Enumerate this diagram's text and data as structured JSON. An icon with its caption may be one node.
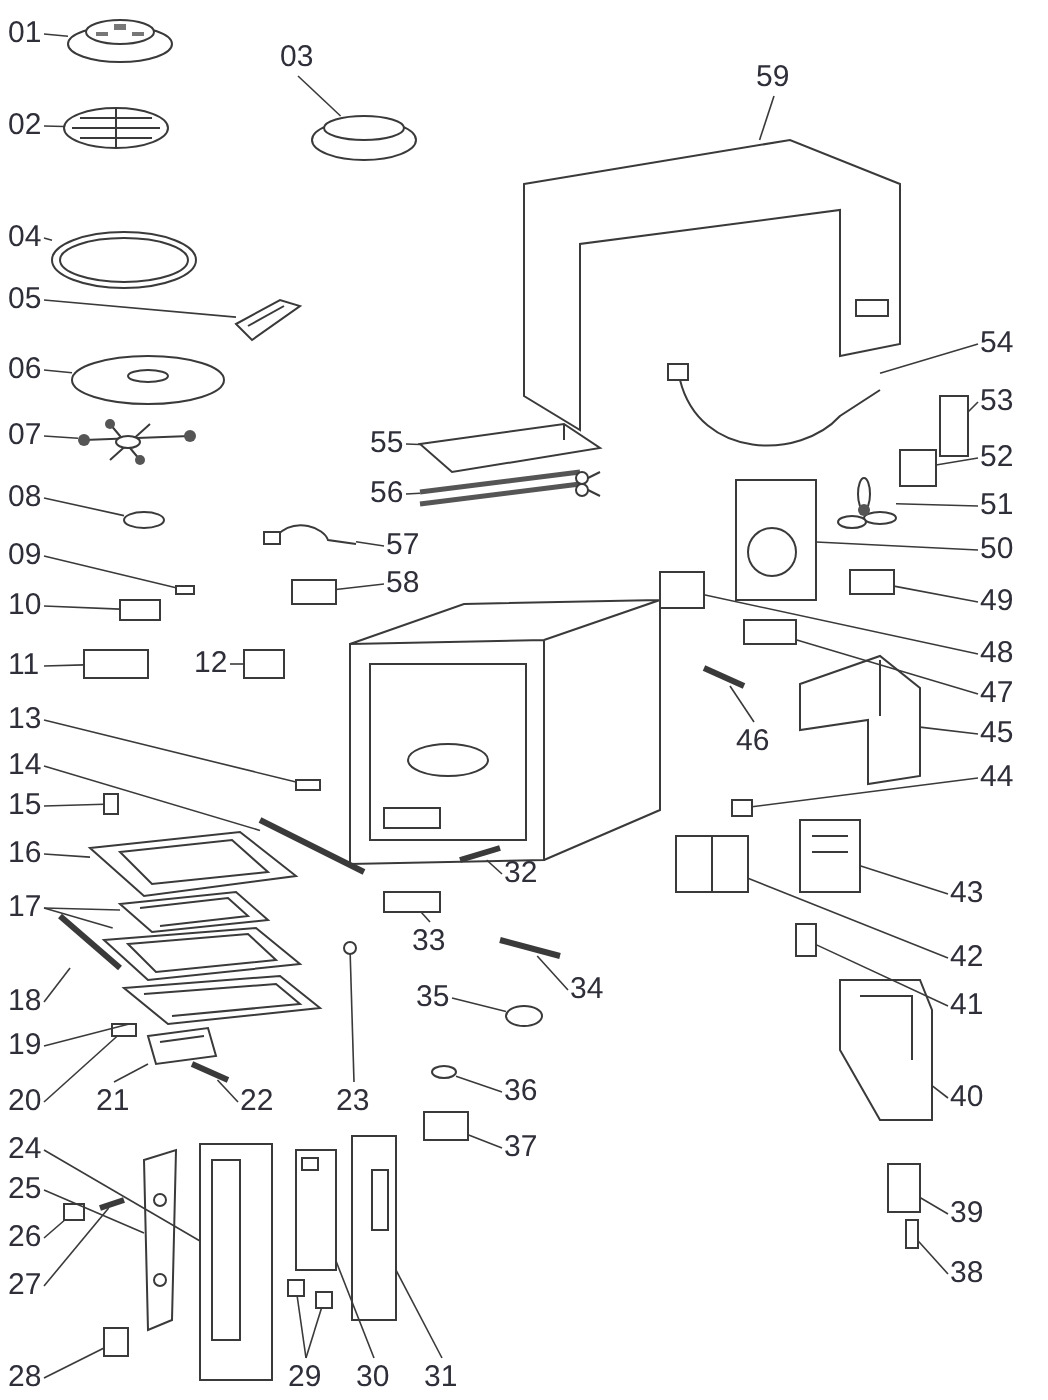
{
  "diagram": {
    "nodes": [
      {
        "text": [
          "01"
        ]
      },
      {
        "text": [
          "02"
        ]
      },
      {
        "text": [
          "03"
        ]
      },
      {
        "text": [
          "04"
        ]
      },
      {
        "text": [
          "05"
        ]
      },
      {
        "text": [
          "06"
        ]
      },
      {
        "text": [
          "07"
        ]
      },
      {
        "text": [
          "08"
        ]
      },
      {
        "text": [
          "09"
        ]
      },
      {
        "text": [
          "10"
        ]
      },
      {
        "text": [
          "11"
        ]
      },
      {
        "text": [
          "12"
        ]
      },
      {
        "text": [
          "13"
        ]
      },
      {
        "text": [
          "14"
        ]
      },
      {
        "text": [
          "15"
        ]
      },
      {
        "text": [
          "16"
        ]
      },
      {
        "text": [
          "17"
        ]
      },
      {
        "text": [
          "18"
        ]
      },
      {
        "text": [
          "19"
        ]
      },
      {
        "text": [
          "20"
        ]
      },
      {
        "text": [
          "21"
        ]
      },
      {
        "text": [
          "22"
        ]
      },
      {
        "text": [
          "23"
        ]
      },
      {
        "text": [
          "24"
        ]
      },
      {
        "text": [
          "25"
        ]
      },
      {
        "text": [
          "26"
        ]
      },
      {
        "text": [
          "27"
        ]
      },
      {
        "text": [
          "28"
        ]
      },
      {
        "text": [
          "29"
        ]
      },
      {
        "text": [
          "30"
        ]
      },
      {
        "text": [
          "31"
        ]
      },
      {
        "text": [
          "32"
        ]
      },
      {
        "text": [
          "33"
        ]
      },
      {
        "text": [
          "34"
        ]
      },
      {
        "text": [
          "35"
        ]
      },
      {
        "text": [
          "36"
        ]
      },
      {
        "text": [
          "37"
        ]
      },
      {
        "text": [
          "38"
        ]
      },
      {
        "text": [
          "39"
        ]
      },
      {
        "text": [
          "40"
        ]
      },
      {
        "text": [
          "41"
        ]
      },
      {
        "text": [
          "42"
        ]
      },
      {
        "text": [
          "43"
        ]
      },
      {
        "text": [
          "44"
        ]
      },
      {
        "text": [
          "45"
        ]
      },
      {
        "text": [
          "46"
        ]
      },
      {
        "text": [
          "47"
        ]
      },
      {
        "text": [
          "48"
        ]
      },
      {
        "text": [
          "49"
        ]
      },
      {
        "text": [
          "50"
        ]
      },
      {
        "text": [
          "51"
        ]
      },
      {
        "text": [
          "52"
        ]
      },
      {
        "text": [
          "53"
        ]
      },
      {
        "text": [
          "54"
        ]
      },
      {
        "text": [
          "55"
        ]
      },
      {
        "text": [
          "56"
        ]
      },
      {
        "text": [
          "57"
        ]
      },
      {
        "text": [
          "58"
        ]
      },
      {
        "text": [
          "59"
        ]
      },
      {
        "text": [],
        "shape": "picture"
      },
      {
        "text": [],
        "shape": "picture"
      },
      {
        "text": [],
        "shape": "picture"
      },
      {
        "text": [],
        "shape": "picture"
      },
      {
        "text": [],
        "shape": "picture"
      },
      {
        "text": [],
        "shape": "picture"
      },
      {
        "text": [],
        "shape": "picture"
      },
      {
        "text": [],
        "shape": "circle"
      },
      {
        "text": [],
        "shape": "box"
      },
      {
        "text": [],
        "shape": "box"
      },
      {
        "text": [],
        "shape": "box"
      },
      {
        "text": [],
        "shape": "box"
      },
      {
        "text": [],
        "shape": "box"
      },
      {
        "text": [],
        "shape": "bar"
      },
      {
        "text": [],
        "shape": "box"
      },
      {
        "text": [],
        "shape": "picture"
      },
      {
        "text": [],
        "shape": "picture"
      },
      {
        "text": [],
        "shape": "picture"
      },
      {
        "text": [],
        "shape": "bar"
      },
      {
        "text": [],
        "shape": "picture"
      },
      {
        "text": [],
        "shape": "box"
      },
      {
        "text": [],
        "shape": "picture"
      },
      {
        "text": [],
        "shape": "bar"
      },
      {
        "text": [],
        "shape": "circle"
      },
      {
        "text": [],
        "shape": "picture"
      },
      {
        "text": [],
        "shape": "picture"
      },
      {
        "text": [],
        "shape": "box"
      },
      {
        "text": [],
        "shape": "bar"
      },
      {
        "text": [],
        "shape": "box"
      },
      {
        "text": [],
        "shape": "box"
      },
      {
        "text": [],
        "shape": "box"
      },
      {
        "text": [],
        "shape": "picture"
      },
      {
        "text": [],
        "shape": "picture"
      },
      {
        "text": [],
        "shape": "bar"
      },
      {
        "text": [],
        "shape": "box"
      },
      {
        "text": [],
        "shape": "bar"
      },
      {
        "text": [],
        "shape": "circle"
      },
      {
        "text": [],
        "shape": "circle"
      },
      {
        "text": [],
        "shape": "box"
      },
      {
        "text": [],
        "shape": "box"
      },
      {
        "text": [],
        "shape": "box"
      },
      {
        "text": [],
        "shape": "picture"
      },
      {
        "text": [],
        "shape": "box"
      },
      {
        "text": [],
        "shape": "picture"
      },
      {
        "text": [],
        "shape": "picture"
      },
      {
        "text": [],
        "shape": "box"
      },
      {
        "text": [],
        "shape": "picture"
      },
      {
        "text": [],
        "shape": "bar"
      },
      {
        "text": [],
        "shape": "box"
      },
      {
        "text": [],
        "shape": "box"
      },
      {
        "text": [],
        "shape": "box"
      },
      {
        "text": [],
        "shape": "picture"
      },
      {
        "text": [],
        "shape": "picture"
      },
      {
        "text": [],
        "shape": "box"
      },
      {
        "text": [],
        "shape": "box"
      },
      {
        "text": [],
        "shape": "picture"
      },
      {
        "text": [],
        "shape": "picture"
      },
      {
        "text": [],
        "shape": "picture"
      },
      {
        "text": [],
        "shape": "picture"
      },
      {
        "text": [],
        "shape": "box"
      },
      {
        "text": [],
        "shape": "picture"
      }
    ],
    "edges": [
      {
        "from": 0,
        "to": 59,
        "arrow": "none"
      },
      {
        "from": 1,
        "to": 60,
        "arrow": "none"
      },
      {
        "from": 2,
        "to": 61,
        "arrow": "none"
      },
      {
        "from": 3,
        "to": 62,
        "arrow": "none"
      },
      {
        "from": 4,
        "to": 63,
        "arrow": "none"
      },
      {
        "from": 5,
        "to": 64,
        "arrow": "none"
      },
      {
        "from": 6,
        "to": 65,
        "arrow": "none"
      },
      {
        "from": 7,
        "to": 66,
        "arrow": "none"
      },
      {
        "from": 8,
        "to": 67,
        "arrow": "none"
      },
      {
        "from": 9,
        "to": 68,
        "arrow": "none"
      },
      {
        "from": 10,
        "to": 69,
        "arrow": "none"
      },
      {
        "from": 11,
        "to": 70,
        "arrow": "none"
      },
      {
        "from": 12,
        "to": 71,
        "arrow": "none"
      },
      {
        "from": 13,
        "to": 72,
        "arrow": "none"
      },
      {
        "from": 14,
        "to": 73,
        "arrow": "none"
      },
      {
        "from": 15,
        "to": 74,
        "arrow": "none"
      },
      {
        "from": 16,
        "to": 75,
        "arrow": "none"
      },
      {
        "from": 16,
        "to": 76,
        "arrow": "none"
      },
      {
        "from": 17,
        "to": 77,
        "arrow": "none"
      },
      {
        "from": 18,
        "to": 78,
        "arrow": "none"
      },
      {
        "from": 19,
        "to": 79,
        "arrow": "none"
      },
      {
        "from": 20,
        "to": 80,
        "arrow": "none"
      },
      {
        "from": 21,
        "to": 81,
        "arrow": "none"
      },
      {
        "from": 22,
        "to": 82,
        "arrow": "none"
      },
      {
        "from": 23,
        "to": 83,
        "arrow": "none"
      },
      {
        "from": 24,
        "to": 84,
        "arrow": "none"
      },
      {
        "from": 25,
        "to": 85,
        "arrow": "none"
      },
      {
        "from": 26,
        "to": 86,
        "arrow": "none"
      },
      {
        "from": 27,
        "to": 87,
        "arrow": "none"
      },
      {
        "from": 28,
        "to": 88,
        "arrow": "none"
      },
      {
        "from": 28,
        "to": 89,
        "arrow": "none"
      },
      {
        "from": 29,
        "to": 90,
        "arrow": "none"
      },
      {
        "from": 30,
        "to": 91,
        "arrow": "none"
      },
      {
        "from": 31,
        "to": 92,
        "arrow": "none"
      },
      {
        "from": 32,
        "to": 93,
        "arrow": "none"
      },
      {
        "from": 33,
        "to": 94,
        "arrow": "none"
      },
      {
        "from": 34,
        "to": 95,
        "arrow": "none"
      },
      {
        "from": 35,
        "to": 96,
        "arrow": "none"
      },
      {
        "from": 36,
        "to": 97,
        "arrow": "none"
      },
      {
        "from": 37,
        "to": 98,
        "arrow": "none"
      },
      {
        "from": 38,
        "to": 99,
        "arrow": "none"
      },
      {
        "from": 39,
        "to": 100,
        "arrow": "none"
      },
      {
        "from": 40,
        "to": 101,
        "arrow": "none"
      },
      {
        "from": 41,
        "to": 102,
        "arrow": "none"
      },
      {
        "from": 42,
        "to": 103,
        "arrow": "none"
      },
      {
        "from": 43,
        "to": 104,
        "arrow": "none"
      },
      {
        "from": 44,
        "to": 105,
        "arrow": "none"
      },
      {
        "from": 45,
        "to": 106,
        "arrow": "none"
      },
      {
        "from": 46,
        "to": 107,
        "arrow": "none"
      },
      {
        "from": 47,
        "to": 108,
        "arrow": "none"
      },
      {
        "from": 48,
        "to": 109,
        "arrow": "none"
      },
      {
        "from": 49,
        "to": 110,
        "arrow": "none"
      },
      {
        "from": 50,
        "to": 111,
        "arrow": "none"
      },
      {
        "from": 51,
        "to": 112,
        "arrow": "none"
      },
      {
        "from": 52,
        "to": 113,
        "arrow": "none"
      },
      {
        "from": 53,
        "to": 114,
        "arrow": "none"
      },
      {
        "from": 54,
        "to": 115,
        "arrow": "none"
      },
      {
        "from": 55,
        "to": 116,
        "arrow": "none"
      },
      {
        "from": 56,
        "to": 117,
        "arrow": "none"
      },
      {
        "from": 57,
        "to": 118,
        "arrow": "none"
      },
      {
        "from": 58,
        "to": 119,
        "arrow": "none"
      }
    ]
  }
}
